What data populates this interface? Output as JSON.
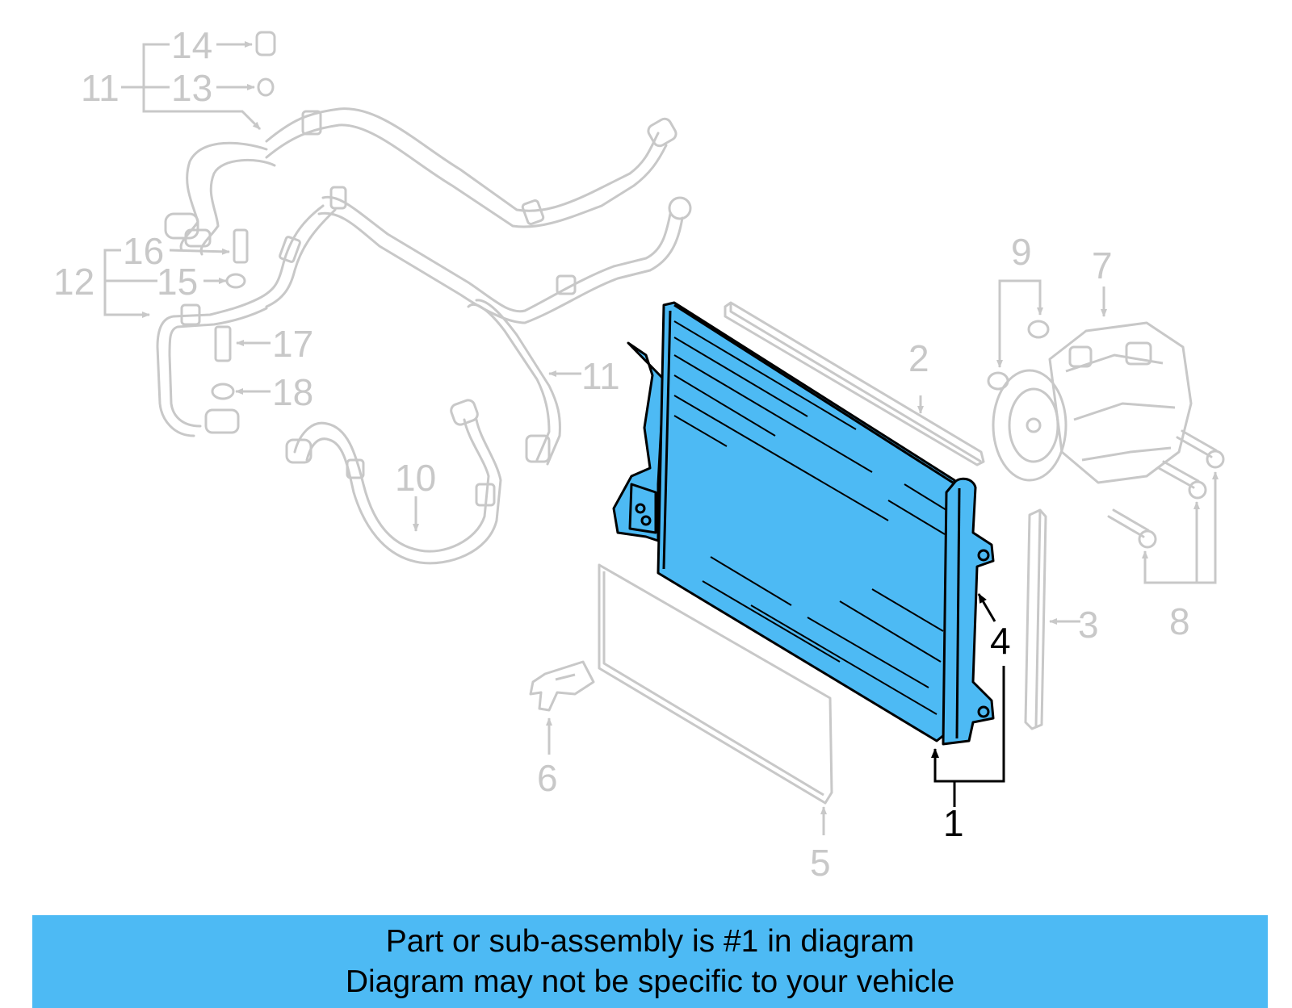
{
  "diagram": {
    "labels": {
      "l1": "1",
      "l2": "2",
      "l3": "3",
      "l4": "4",
      "l5": "5",
      "l6": "6",
      "l7": "7",
      "l8": "8",
      "l9": "9",
      "l10": "10",
      "l11a": "11",
      "l11b": "11",
      "l12": "12",
      "l13": "13",
      "l14": "14",
      "l15": "15",
      "l16": "16",
      "l17": "17",
      "l18": "18"
    },
    "highlighted_part": "1"
  },
  "banner": {
    "line1": "Part or sub-assembly is #1 in diagram",
    "line2": "Diagram may not be specific to your vehicle"
  },
  "colors": {
    "highlight": "#4DBAF4",
    "banner": "#4DBAF4",
    "ghost": "#c8c8c8",
    "ink": "#000000"
  }
}
